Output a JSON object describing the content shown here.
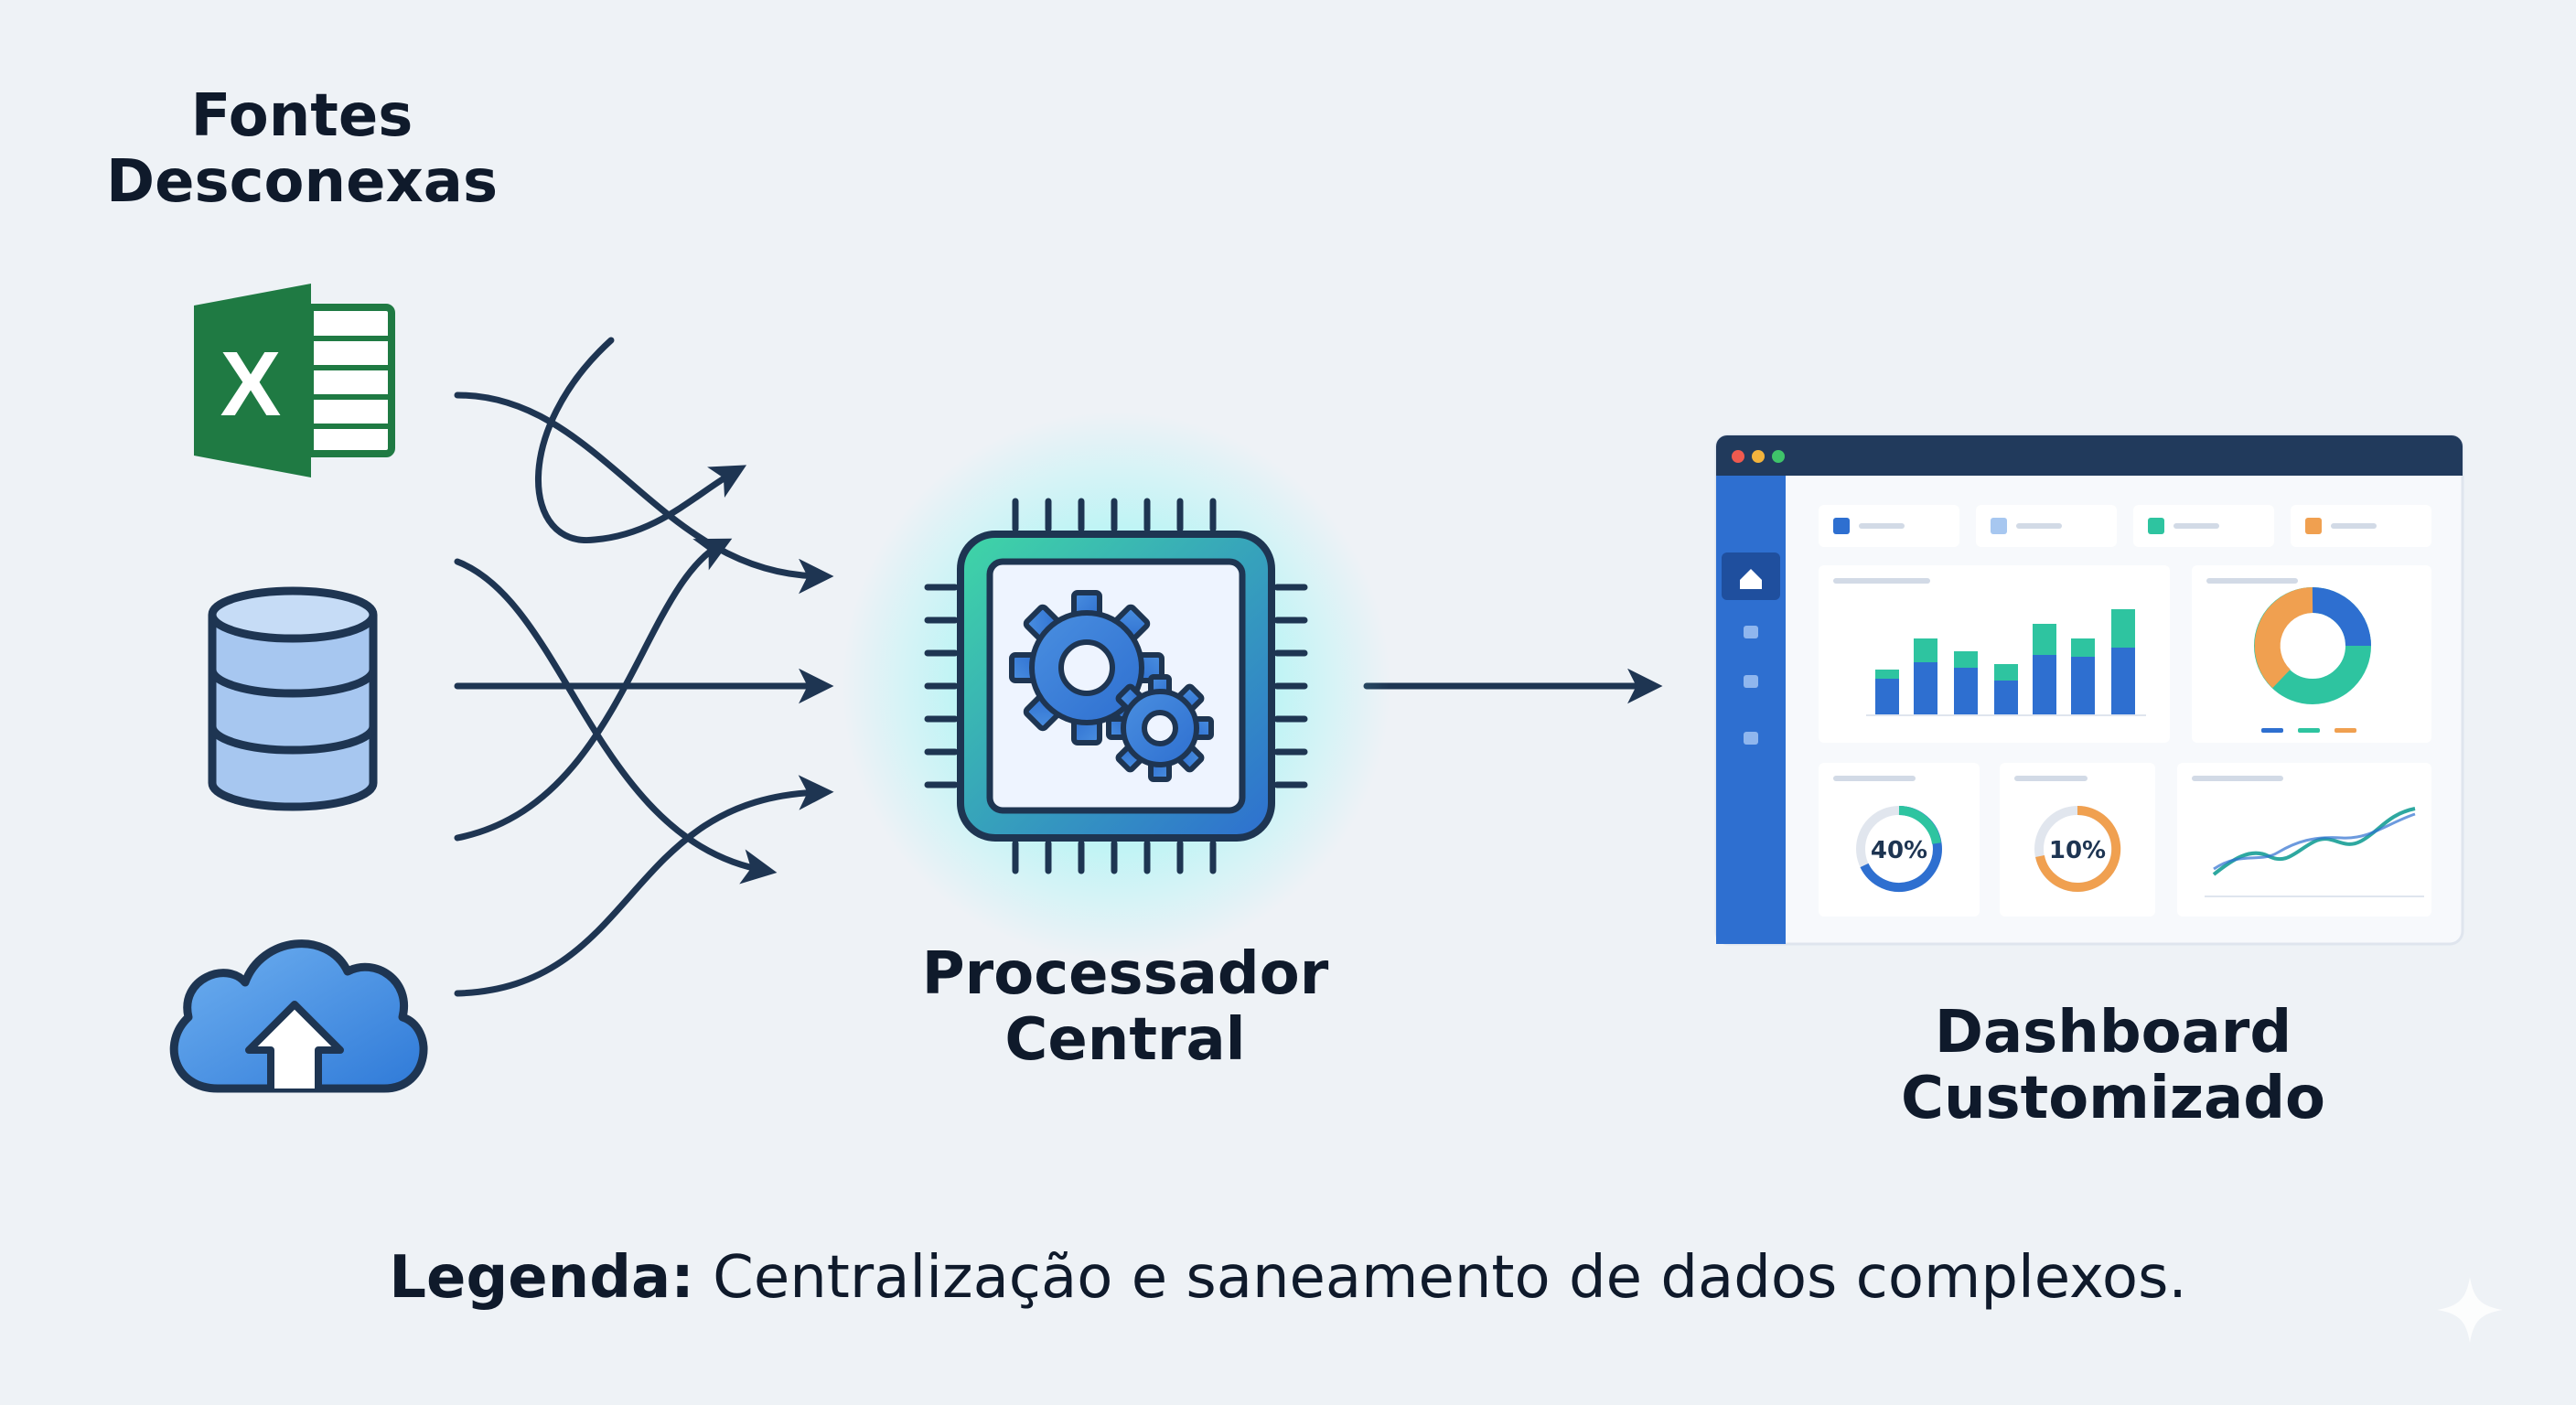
{
  "sources": {
    "title_line1": "Fontes",
    "title_line2": "Desconexas",
    "icons": [
      "spreadsheet-icon",
      "database-icon",
      "cloud-upload-icon"
    ],
    "excel_letter": "X"
  },
  "processor": {
    "label_line1": "Processador",
    "label_line2": "Central",
    "icon": "chip-gears-icon"
  },
  "dashboard": {
    "label_line1": "Dashboard",
    "label_line2": "Customizado",
    "gauge_values": [
      "40%",
      "10%"
    ]
  },
  "caption": {
    "bold": "Legenda:",
    "text": " Centralização e saneamento de dados complexos."
  },
  "colors": {
    "ink": "#1e3552",
    "excel_green": "#1f7a43",
    "blue": "#2e6fd0",
    "light_blue": "#a7c7f0",
    "teal": "#2ec4a0",
    "orange": "#f0a050",
    "glow": "#5ef2f0"
  }
}
